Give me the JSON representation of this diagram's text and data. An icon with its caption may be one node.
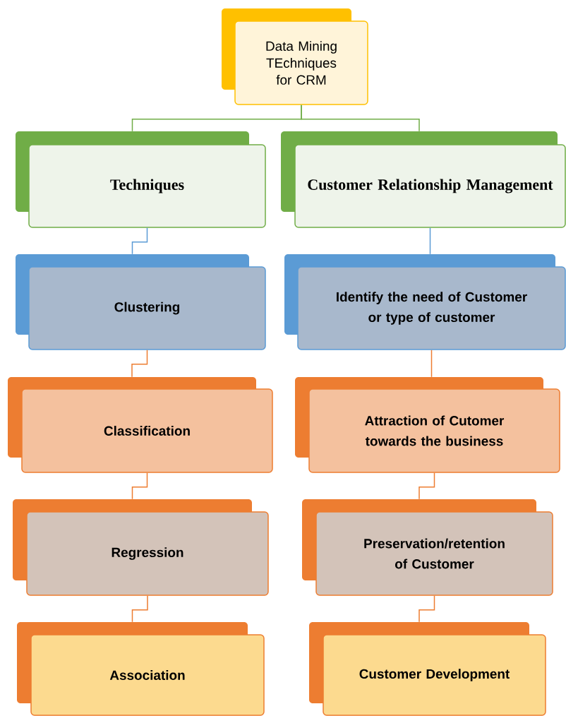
{
  "diagram": {
    "nodes": [
      {
        "text": [
          "Data Mining TEchniques for CRM"
        ]
      },
      {
        "text": [
          "Techniques"
        ]
      },
      {
        "text": [
          "Customer Relationship Management"
        ]
      },
      {
        "text": [
          "Clustering"
        ]
      },
      {
        "text": [
          "Identify the need of Customer or type of customer"
        ]
      },
      {
        "text": [
          "Classification"
        ]
      },
      {
        "text": [
          "Attraction of Cutomer towards the business"
        ]
      },
      {
        "text": [
          "Regression"
        ]
      },
      {
        "text": [
          "Preservation/retention of Customer"
        ]
      },
      {
        "text": [
          "Association"
        ]
      },
      {
        "text": [
          "Customer Development"
        ]
      }
    ],
    "edges": [
      {
        "from": 0,
        "to": 1,
        "arrow": "none",
        "color": "#70ad47"
      },
      {
        "from": 0,
        "to": 2,
        "arrow": "none",
        "color": "#70ad47"
      },
      {
        "from": 1,
        "to": 3,
        "arrow": "none",
        "color": "#5b9bd5"
      },
      {
        "from": 2,
        "to": 4,
        "arrow": "none",
        "color": "#5b9bd5"
      },
      {
        "from": 3,
        "to": 5,
        "arrow": "none"
      },
      {
        "from": 5,
        "to": 7,
        "arrow": "none"
      },
      {
        "from": 7,
        "to": 9,
        "arrow": "none"
      },
      {
        "from": 4,
        "to": 6,
        "arrow": "none"
      },
      {
        "from": 6,
        "to": 8,
        "arrow": "none"
      },
      {
        "from": 8,
        "to": 10,
        "arrow": "none"
      }
    ]
  }
}
